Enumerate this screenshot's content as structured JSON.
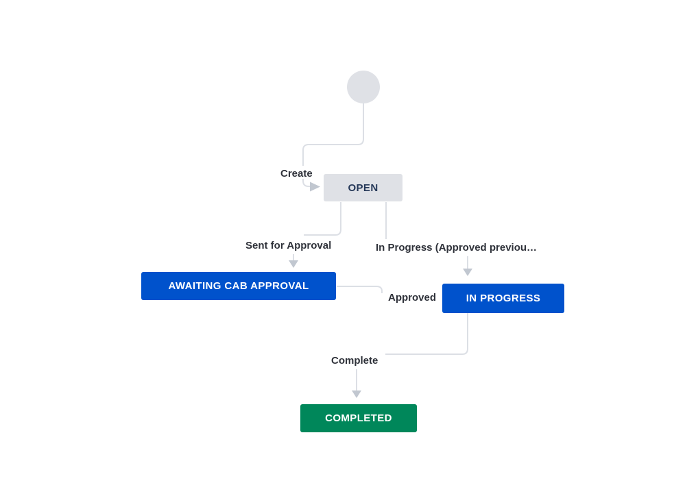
{
  "diagram": {
    "type": "workflow",
    "background": "#ffffff",
    "start_node": {
      "shape": "circle",
      "color": "#dfe1e6"
    },
    "statuses": [
      {
        "id": "open",
        "label": "OPEN",
        "bg": "#dfe1e6",
        "text_color": "#253858"
      },
      {
        "id": "awaiting-cab-approval",
        "label": "AWAITING CAB APPROVAL",
        "bg": "#0052cc",
        "text_color": "#ffffff"
      },
      {
        "id": "in-progress",
        "label": "IN PROGRESS",
        "bg": "#0052cc",
        "text_color": "#ffffff"
      },
      {
        "id": "completed",
        "label": "COMPLETED",
        "bg": "#00875a",
        "text_color": "#ffffff"
      }
    ],
    "transitions": [
      {
        "label": "Create",
        "from": "start",
        "to": "open"
      },
      {
        "label": "Sent for Approval",
        "from": "open",
        "to": "awaiting-cab-approval"
      },
      {
        "label": "In Progress (Approved previou…",
        "from": "open",
        "to": "in-progress"
      },
      {
        "label": "Approved",
        "from": "awaiting-cab-approval",
        "to": "in-progress"
      },
      {
        "label": "Complete",
        "from": "in-progress",
        "to": "completed"
      }
    ],
    "colors": {
      "line": "#dcdfe5",
      "arrowhead": "#c1c7d0",
      "transition_label_text": "#2f323a"
    }
  }
}
